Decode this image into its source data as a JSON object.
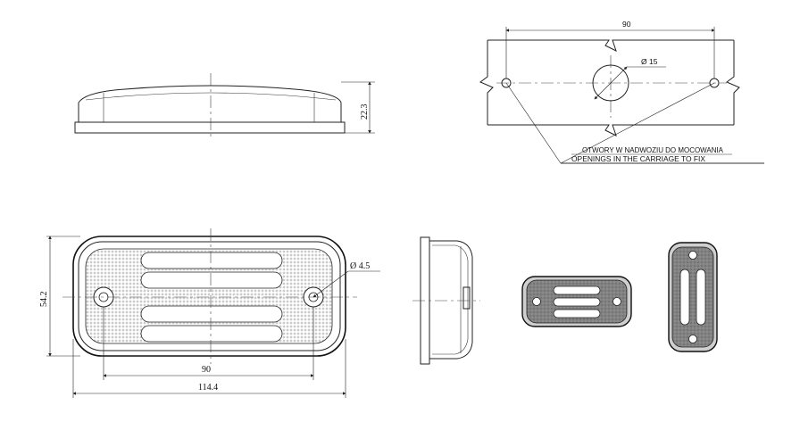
{
  "labels": {
    "height_dim": "22.3",
    "hole_spacing_top": "90",
    "hole_dia_big": "Ø 15",
    "note_pl": "OTWORY W NADWOZIU DO MOCOWANIA",
    "note_en": "OPENINGS IN THE CARRIAGE TO FIX",
    "width_dim_left": "54.2",
    "hole_dia_small": "Ø 4.5",
    "hole_spacing_front": "90",
    "overall_length": "114.4"
  },
  "colors": {
    "line": "#222222",
    "background": "#ffffff"
  }
}
